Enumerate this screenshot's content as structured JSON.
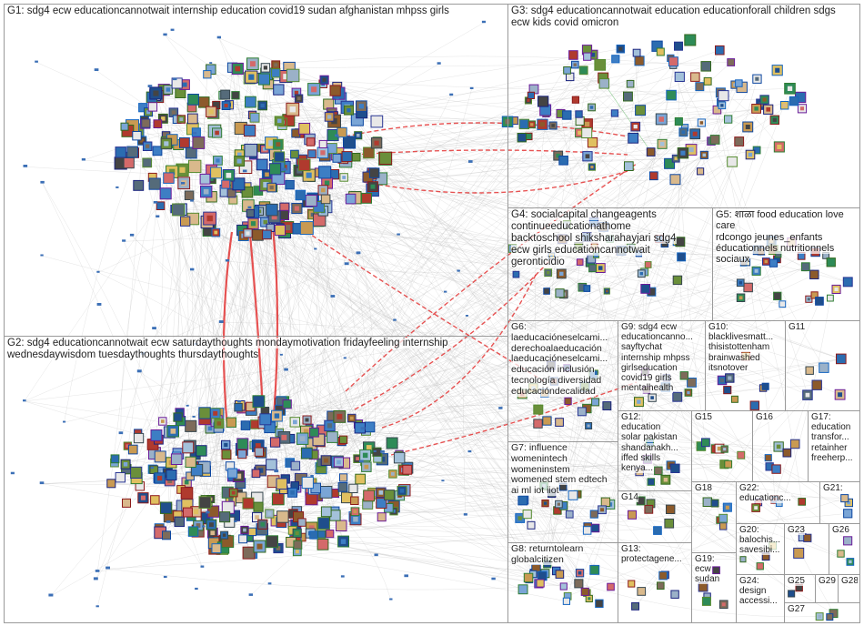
{
  "graph": {
    "groups": [
      {
        "id": "G1",
        "text": "G1: sdg4 ecw educationcannotwait internship education covid19 sudan afghanistan mhpss girls"
      },
      {
        "id": "G2",
        "text": "G2: sdg4 educationcannotwait ecw saturdaythoughts mondaymotivation fridayfeeling internship\nwednesdaywisdom tuesdaythoughts thursdaythoughts"
      },
      {
        "id": "G3",
        "text": "G3: sdg4 educationcannotwait education educationforall children sdgs\necw kids covid omicron"
      },
      {
        "id": "G4",
        "text": "G4: socialcapital changeagents\ncontinueeducationathome\nbacktoschool shiksharahayjari sdg4\necw girls educationcannotwait\ngeronticidio"
      },
      {
        "id": "G5",
        "text": "G5: शाळा food education love care\nrdcongo jeunes_enfants\néducationnels nutritionnels sociaux"
      },
      {
        "id": "G6",
        "text": "G6:\nlaeducacióneselcami...\nderechoalaeducación\nlaeducacióneselcami...\neducación inclusión\ntecnología diversidad\neducacióndecalidad"
      },
      {
        "id": "G7",
        "text": "G7: influence\nwomenintech\nwomeninstem\nwomened stem edtech\nai ml iot iiot"
      },
      {
        "id": "G8",
        "text": "G8: returntolearn\nglobalcitizen"
      },
      {
        "id": "G9",
        "text": "G9: sdg4 ecw\neducationcanno...\nsayftychat\ninternship mhpss\ngirlseducation\ncovid19 girls\nmentalhealth"
      },
      {
        "id": "G10",
        "text": "G10:\nblacklivesmatt...\nthisistottenham\nbrainwashed\nitsnotover"
      },
      {
        "id": "G11",
        "text": "G11"
      },
      {
        "id": "G12",
        "text": "G12:\neducation\nsolar pakistan\nshandanakh...\niffed skills\nkenya..."
      },
      {
        "id": "G13",
        "text": "G13:\nprotectagene..."
      },
      {
        "id": "G14",
        "text": "G14"
      },
      {
        "id": "G15",
        "text": "G15"
      },
      {
        "id": "G16",
        "text": "G16"
      },
      {
        "id": "G17",
        "text": "G17:\neducation\ntransfor...\nretainher\nfreeherp..."
      },
      {
        "id": "G18",
        "text": "G18"
      },
      {
        "id": "G19",
        "text": "G19:\necw\nsudan"
      },
      {
        "id": "G20",
        "text": "G20:\nbalochis...\nsavesibi..."
      },
      {
        "id": "G21",
        "text": "G21:"
      },
      {
        "id": "G22",
        "text": "G22:\neducationc..."
      },
      {
        "id": "G23",
        "text": "G23"
      },
      {
        "id": "G24",
        "text": "G24:\ndesign\naccessi..."
      },
      {
        "id": "G25",
        "text": "G25"
      },
      {
        "id": "G26",
        "text": "G26"
      },
      {
        "id": "G27",
        "text": "G27"
      },
      {
        "id": "G28",
        "text": "G28"
      },
      {
        "id": "G29",
        "text": "G29"
      }
    ]
  }
}
